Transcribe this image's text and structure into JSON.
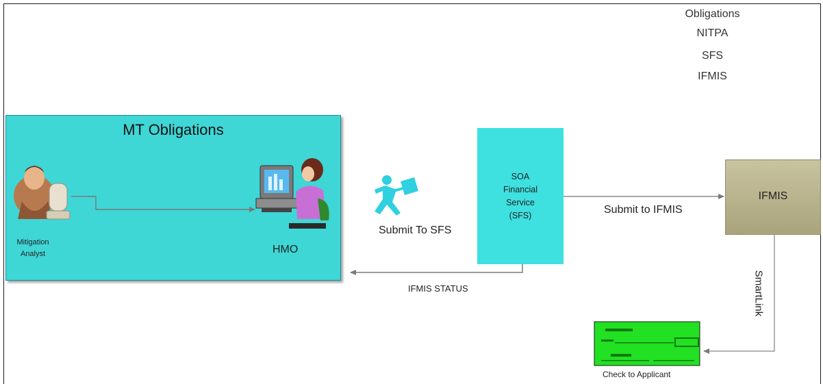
{
  "legend_lines": [
    "Obligations",
    "NITPA",
    "SFS",
    "IFMIS"
  ],
  "mt_box": {
    "title": "MT Obligations"
  },
  "actors": {
    "analyst_line1": "Mitigation",
    "analyst_line2": "Analyst",
    "hmo": "HMO"
  },
  "sfs_box": {
    "lines": [
      "SOA",
      "Financial",
      "Service",
      "(SFS)"
    ]
  },
  "ifmis_box": {
    "label": "IFMIS"
  },
  "arrows": {
    "submit_sfs": "Submit  To SFS",
    "submit_ifmis": "Submit to IFMIS",
    "status": "IFMIS STATUS",
    "smartlink": "SmartLink"
  },
  "check": {
    "caption": "Check to Applicant"
  },
  "colors": {
    "mt_fill": "#3fd6d6",
    "sfs_fill": "#3ee0e0",
    "ifmis_fill": "#b9b48e",
    "check_fill": "#22e022",
    "connector": "#8a8a8a"
  }
}
